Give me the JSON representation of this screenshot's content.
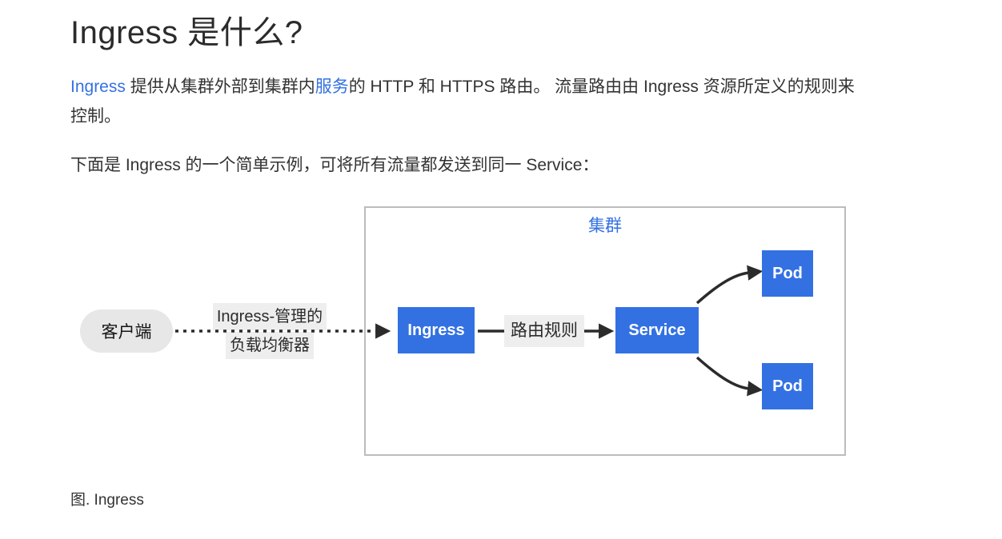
{
  "page": {
    "title": "Ingress 是什么?",
    "figure_caption": "图. Ingress"
  },
  "paragraphs": {
    "intro": {
      "link_ingress": "Ingress",
      "text_after_link1": " 提供从集群外部到集群内",
      "link_service": "服务",
      "text_after_link2": "的 HTTP 和 HTTPS 路由。 流量路由由 Ingress 资源所定义的规则来控制。"
    },
    "example": "下面是 Ingress 的一个简单示例，可将所有流量都发送到同一 Service："
  },
  "diagram": {
    "cluster_label": "集群",
    "client_label": "客户端",
    "lb_label_line1": "Ingress-管理的",
    "lb_label_line2": "负载均衡器",
    "ingress_node_label": "Ingress",
    "route_rule_label": "路由规则",
    "service_node_label": "Service",
    "pod_top_label": "Pod",
    "pod_bottom_label": "Pod"
  },
  "colors": {
    "accent_blue": "#3371e3",
    "link_blue": "#3371e3",
    "node_text": "#ffffff",
    "cluster_border": "#bcbcbc",
    "label_bg": "#eeeeee",
    "client_bg": "#e7e7e7",
    "arrow": "#2b2b2b"
  }
}
